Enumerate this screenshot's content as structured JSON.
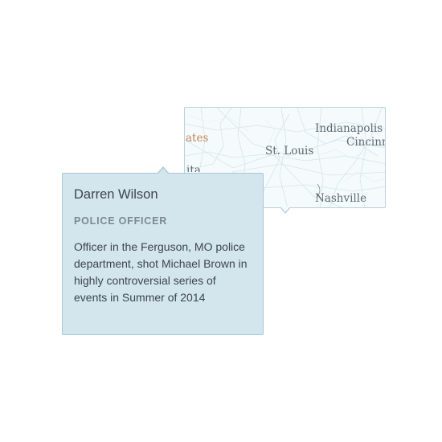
{
  "map_popup": {
    "labels": {
      "states": "ates",
      "ita": "ita",
      "st_louis": "St. Louis",
      "indianapolis": "Indianapolis",
      "cincinnati": "Cincinn",
      "nashville": "Nashville"
    },
    "colors": {
      "city_label": "#5d6a72",
      "state_label": "#c6845a",
      "roads": "#d3e3ea",
      "background": "#f5fafc"
    }
  },
  "person_tooltip": {
    "name": "Darren Wilson",
    "role": "POLICE OFFICER",
    "description": "Officer in the Ferguson, MO police department, shot Michael Brown in highly controversial series of events in Summer of 2014",
    "colors": {
      "background": "#d3e5ed",
      "border": "#a9c8d5"
    }
  }
}
